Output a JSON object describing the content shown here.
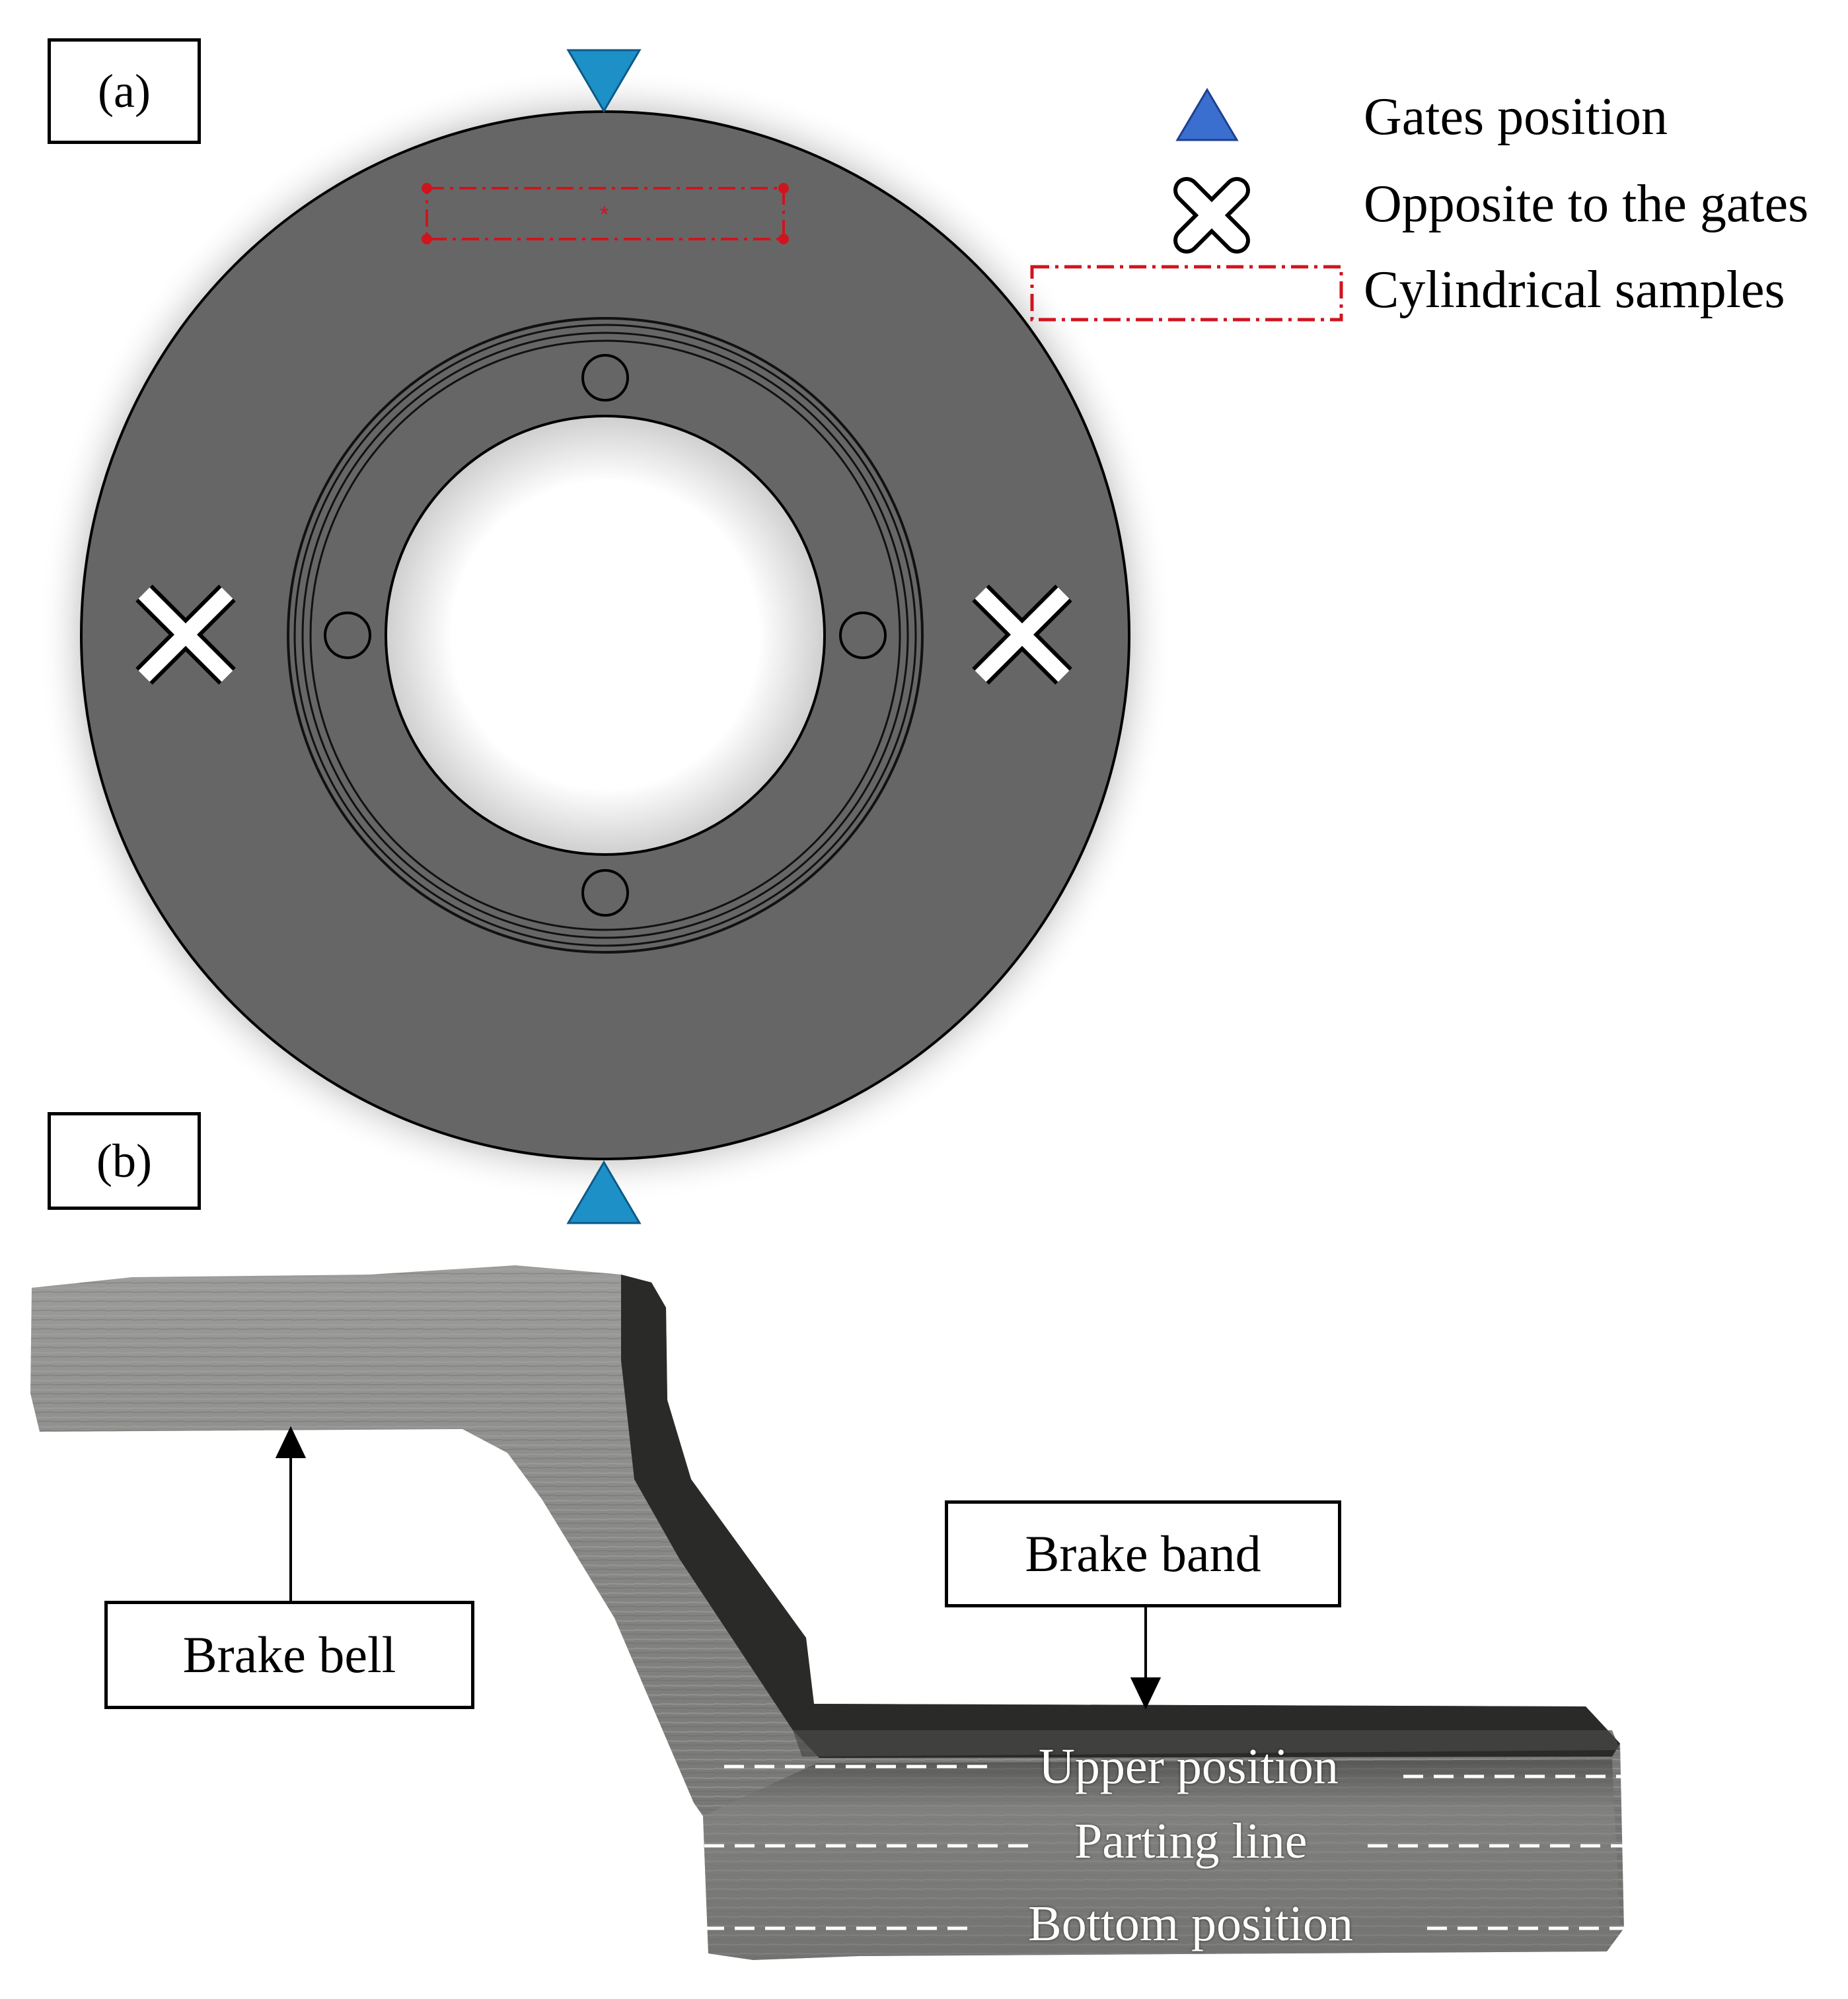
{
  "panels": {
    "a_label": "(a)",
    "b_label": "(b)"
  },
  "legend": {
    "gates_position": "Gates position",
    "opposite_gates": "Opposite to the gates",
    "cylindrical_samples": "Cylindrical  samples"
  },
  "section": {
    "brake_bell": "Brake bell",
    "brake_band": "Brake band",
    "upper_position": "Upper position",
    "parting_line": "Parting line",
    "bottom_position": "Bottom position"
  },
  "colors": {
    "disc_gray": "#666666",
    "gate_blue": "#1e90c8",
    "legend_blue": "#3a6fcf",
    "sample_red": "#d0141e",
    "casting_gray": "#8e8e8c"
  },
  "icons": {
    "gate": "triangle-icon",
    "opposite": "x-mark-icon",
    "sample": "dash-dot-rectangle-icon"
  }
}
